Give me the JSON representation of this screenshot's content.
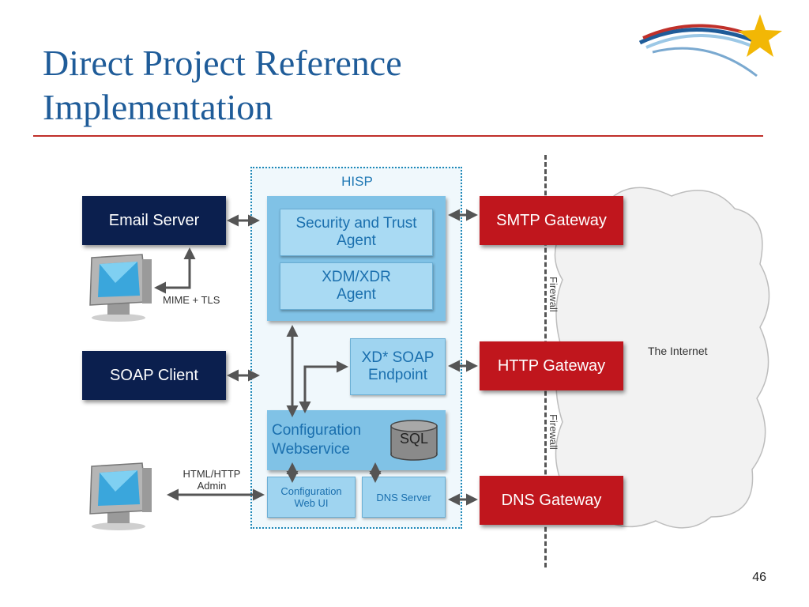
{
  "slide": {
    "title_line1": "Direct Project Reference",
    "title_line2": "Implementation",
    "page_number": "46"
  },
  "diagram": {
    "hisp_label": "HISP",
    "internet_label": "The Internet",
    "firewall_label": "Firewall",
    "left_nodes": {
      "email_server": "Email Server",
      "soap_client": "SOAP Client"
    },
    "gateways": {
      "smtp": "SMTP Gateway",
      "http": "HTTP Gateway",
      "dns": "DNS Gateway"
    },
    "components": {
      "security_trust_agent": "Security and Trust\nAgent",
      "xdm_xdr_agent": "XDM/XDR\nAgent",
      "xd_soap_endpoint": "XD* SOAP\nEndpoint",
      "configuration_webservice": "Configuration\nWebservice",
      "sql": "SQL",
      "configuration_web_ui": "Configuration\nWeb UI",
      "dns_server": "DNS Server"
    },
    "connection_labels": {
      "mime_tls": "MIME + TLS",
      "html_http_admin": "HTML/HTTP\nAdmin"
    },
    "colors": {
      "title": "#1f5c99",
      "rule": "#c0302a",
      "navy": "#0b1f4e",
      "gateway_red": "#c0161d",
      "hisp_border": "#1e88b8",
      "component_blue": "#a9daf3"
    }
  }
}
